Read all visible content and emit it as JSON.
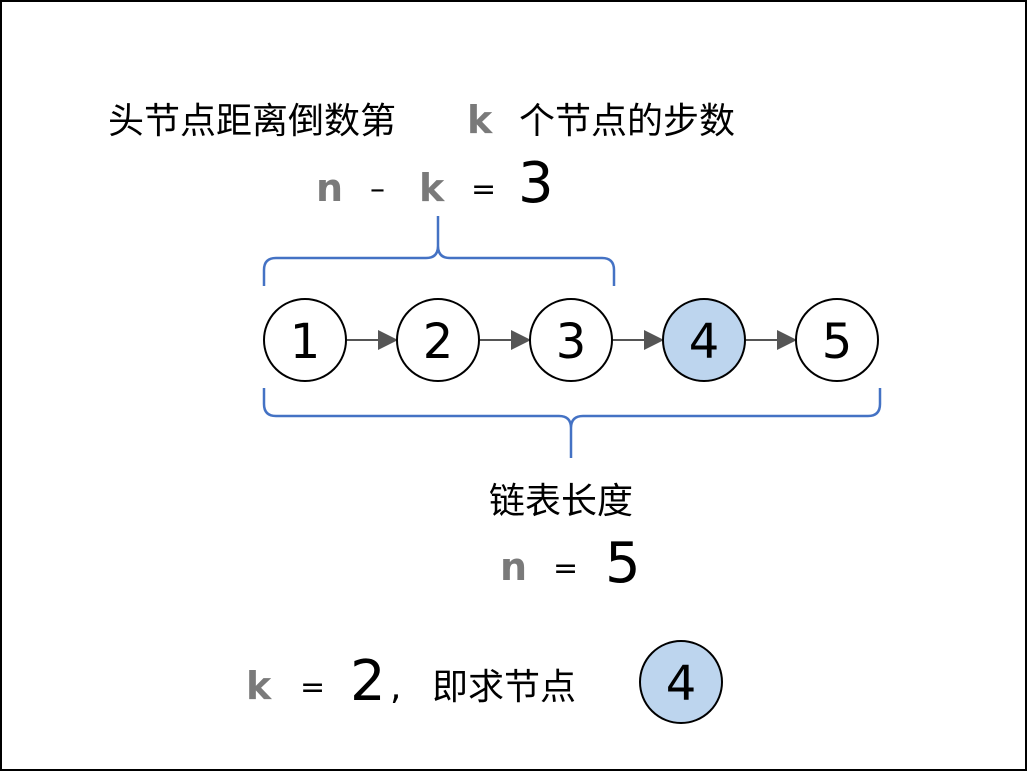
{
  "top_label": {
    "prefix": "头节点距离倒数第",
    "var": "k",
    "suffix": "个节点的步数"
  },
  "top_formula": {
    "n": "n",
    "minus": "–",
    "k": "k",
    "eq": "=",
    "value": "3"
  },
  "nodes": [
    {
      "label": "1",
      "highlight": false
    },
    {
      "label": "2",
      "highlight": false
    },
    {
      "label": "3",
      "highlight": false
    },
    {
      "label": "4",
      "highlight": true
    },
    {
      "label": "5",
      "highlight": false
    }
  ],
  "length_label": "链表长度",
  "length_formula": {
    "n": "n",
    "eq": "=",
    "value": "5"
  },
  "bottom": {
    "k": "k",
    "eq": "=",
    "value": "2",
    "comma": ",",
    "text": "即求节点",
    "node_label": "4"
  },
  "colors": {
    "highlight_fill": "#bdd5ee",
    "node_fill": "#ffffff",
    "brace": "#4472c4",
    "arrow": "#555555",
    "var_gray": "#7a7a7a"
  }
}
